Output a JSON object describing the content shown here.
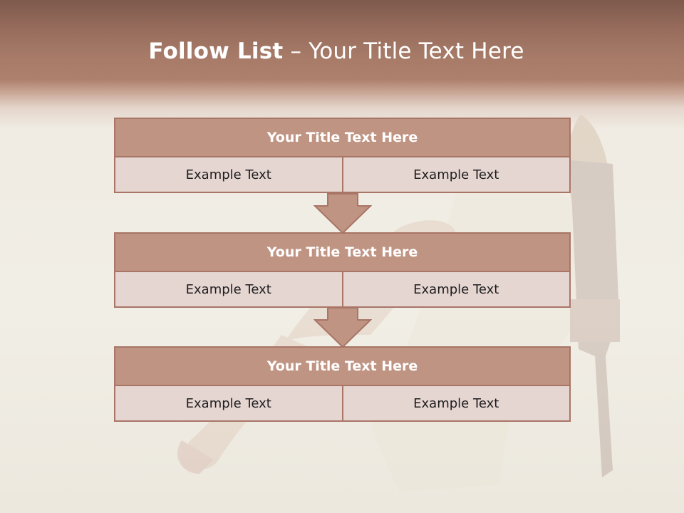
{
  "slide": {
    "title_bold": "Follow List",
    "title_rest": "– Your Title Text Here",
    "blocks": [
      {
        "title": "Your Title Text Here",
        "cells": [
          "Example Text",
          "Example Text"
        ]
      },
      {
        "title": "Your Title Text Here",
        "cells": [
          "Example Text",
          "Example Text"
        ]
      },
      {
        "title": "Your Title Text Here",
        "cells": [
          "Example Text",
          "Example Text"
        ]
      }
    ]
  },
  "colors": {
    "header": "#a77b68",
    "block_title_fill": "#c09483",
    "block_cell_fill": "#e6d6d2",
    "border": "#a87566",
    "arrow_fill": "#c09483"
  }
}
